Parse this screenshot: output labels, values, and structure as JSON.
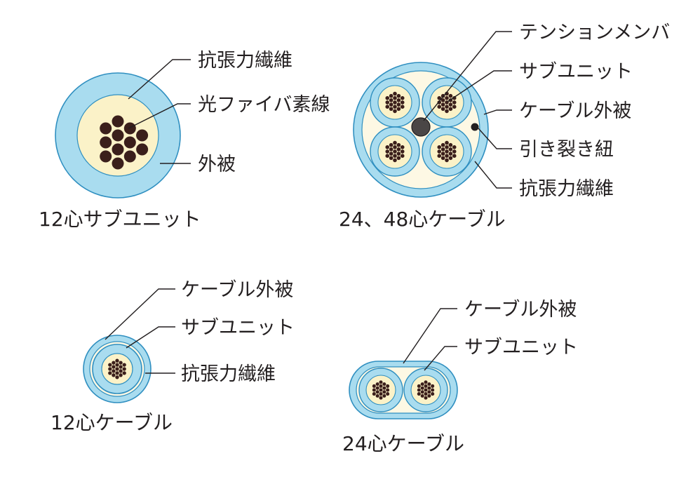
{
  "colors": {
    "jacket": "#a9dcef",
    "jacket_stroke": "#2f8fc0",
    "filler": "#fbf2c8",
    "tape": "#fdf8e4",
    "fiber": "#3b1f1b",
    "member": "#4a4646",
    "outline": "#231f20"
  },
  "subunit12": {
    "title": "12心サブユニット",
    "labels": {
      "strength": "抗張力繊維",
      "fiber": "光ファイバ素線",
      "jacket": "外被"
    }
  },
  "cable2448": {
    "title": "24、48心ケーブル",
    "labels": {
      "tension_member": "テンションメンバ",
      "subunit": "サブユニット",
      "jacket": "ケーブル外被",
      "ripcord": "引き裂き紐",
      "strength": "抗張力繊維"
    }
  },
  "cable12": {
    "title": "12心ケーブル",
    "labels": {
      "jacket": "ケーブル外被",
      "subunit": "サブユニット",
      "strength": "抗張力繊維"
    }
  },
  "cable24": {
    "title": "24心ケーブル",
    "labels": {
      "jacket": "ケーブル外被",
      "subunit": "サブユニット"
    }
  }
}
